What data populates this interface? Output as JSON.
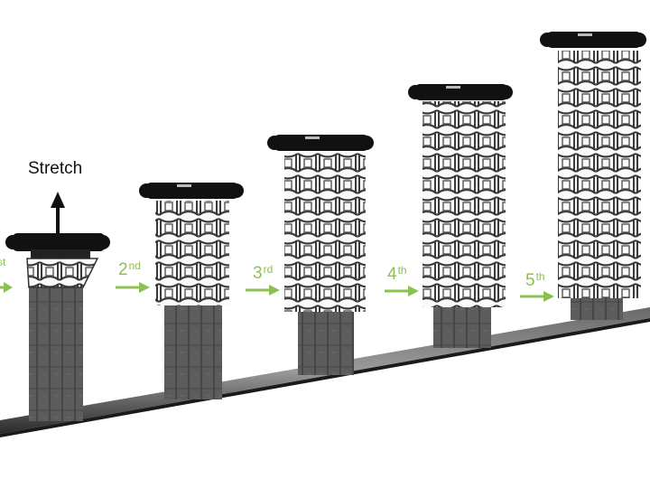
{
  "annotation": {
    "stretch": "Stretch"
  },
  "stages": [
    {
      "num": "",
      "suffix": "st"
    },
    {
      "num": "2",
      "suffix": "nd"
    },
    {
      "num": "3",
      "suffix": "rd"
    },
    {
      "num": "4",
      "suffix": "th"
    },
    {
      "num": "5",
      "suffix": "th"
    }
  ],
  "colors": {
    "arrow": "#8cc152",
    "label": "#8cc152",
    "specimen": "#5a5a5a",
    "clamp": "#111111"
  }
}
